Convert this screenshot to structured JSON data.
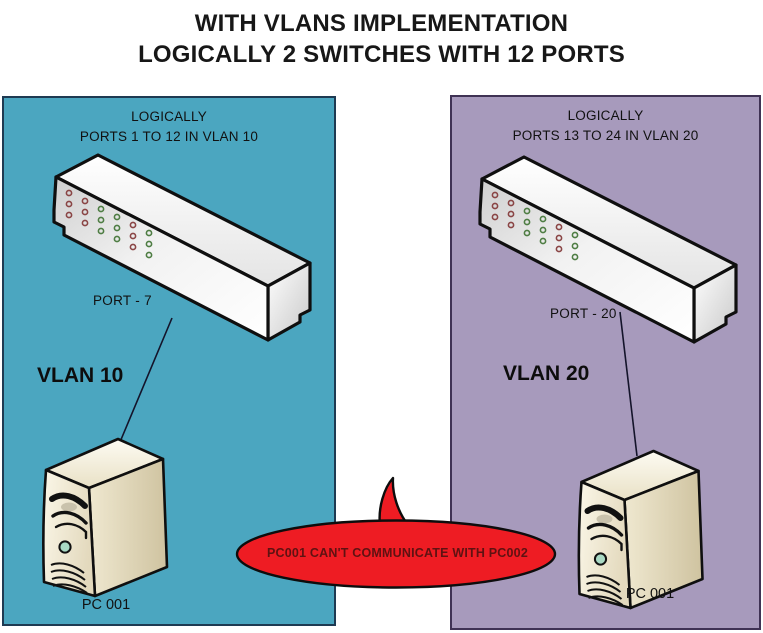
{
  "title": {
    "line1": "WITH VLANS IMPLEMENTATION",
    "line2": "LOGICALLY 2 SWITCHES WITH 12 PORTS"
  },
  "vlan10_panel": {
    "heading_line1": "LOGICALLY",
    "heading_line2": "PORTS 1 TO 12 IN VLAN 10",
    "port_label": "PORT - 7",
    "vlan_label": "VLAN 10",
    "pc_label": "PC 001",
    "bg_color": "#4BA6C0",
    "border_color": "#1E3A52"
  },
  "vlan20_panel": {
    "heading_line1": "LOGICALLY",
    "heading_line2": "PORTS 13 TO 24 IN VLAN 20",
    "port_label": "PORT - 20",
    "vlan_label": "VLAN 20",
    "pc_label": "PC 001",
    "bg_color": "#A79ABC",
    "border_color": "#3F3254"
  },
  "callout": {
    "text": "PC001 CAN'T COMMUNICATE WITH PC002",
    "fill_color": "#EE1C23",
    "outline_color": "#0d0d0d",
    "text_color": "#5F1212"
  },
  "icons": {
    "switch": "network-switch-3d-icon",
    "pc": "desktop-tower-icon",
    "callout": "speech-bubble-icon",
    "led_red": "#8A4545",
    "led_green": "#4E7D43"
  }
}
